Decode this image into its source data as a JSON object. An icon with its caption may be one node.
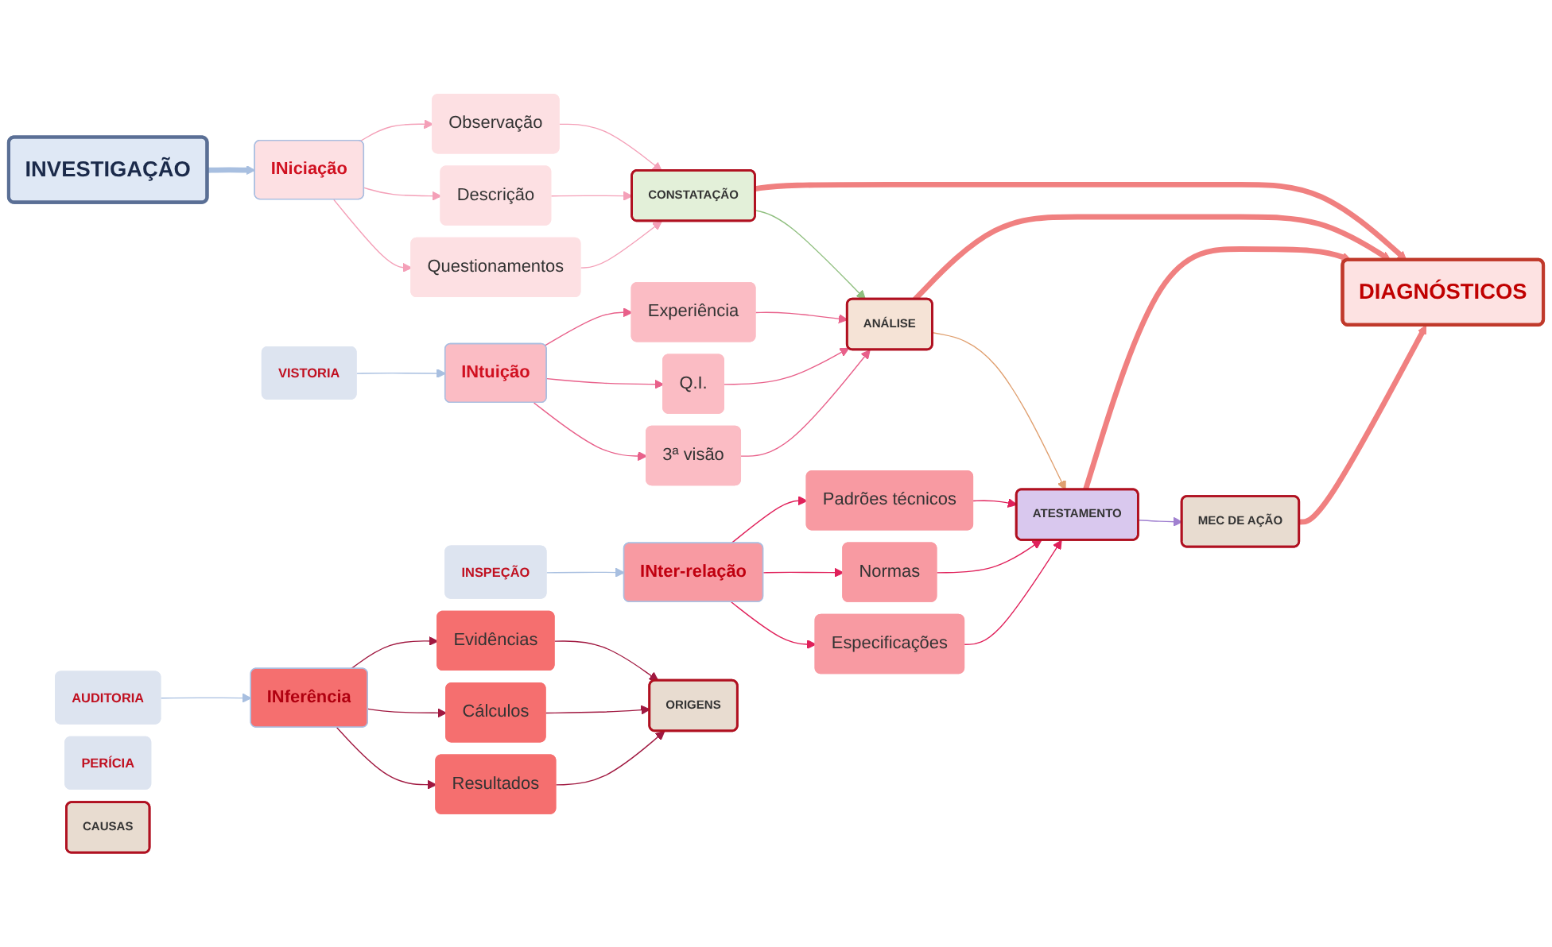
{
  "diagram": {
    "nodes": [
      {
        "text": [
          "INVESTIGAÇÃO"
        ]
      },
      {
        "text": [
          "INiciação"
        ]
      },
      {
        "text": [
          "VISTORIA"
        ]
      },
      {
        "text": [
          "Observação"
        ]
      },
      {
        "text": [
          "Descrição"
        ]
      },
      {
        "text": [
          "Questionamentos"
        ]
      },
      {
        "text": [
          "CONSTATAÇÃO"
        ]
      },
      {
        "text": [
          "INtuição"
        ]
      },
      {
        "text": [
          "INSPEÇÃO"
        ]
      },
      {
        "text": [
          "Experiência"
        ]
      },
      {
        "text": [
          "Q.I."
        ]
      },
      {
        "text": [
          "3ª visão"
        ]
      },
      {
        "text": [
          "ANÁLISE"
        ]
      },
      {
        "text": [
          "INter-relação"
        ]
      },
      {
        "text": [
          "AUDITORIA"
        ]
      },
      {
        "text": [
          "Padrões técnicos"
        ]
      },
      {
        "text": [
          "Normas"
        ]
      },
      {
        "text": [
          "Especificações"
        ]
      },
      {
        "text": [
          "ATESTAMENTO"
        ]
      },
      {
        "text": [
          "INferência"
        ]
      },
      {
        "text": [
          "PERÍCIA"
        ]
      },
      {
        "text": [
          "Evidências"
        ]
      },
      {
        "text": [
          "Cálculos"
        ]
      },
      {
        "text": [
          "Resultados"
        ]
      },
      {
        "text": [
          "ORIGENS"
        ]
      },
      {
        "text": [
          "CAUSAS"
        ]
      },
      {
        "text": [
          "MEC DE AÇÃO"
        ]
      },
      {
        "text": [
          "DIAGNÓSTICOS"
        ]
      }
    ],
    "edges": [
      {
        "from": 0,
        "to": 1,
        "arrow": "to",
        "style": "thick",
        "color": "#a8bfe0"
      },
      {
        "from": 1,
        "to": 3,
        "arrow": "to",
        "color": "#f4a0b8"
      },
      {
        "from": 1,
        "to": 4,
        "arrow": "to",
        "color": "#f4a0b8"
      },
      {
        "from": 1,
        "to": 5,
        "arrow": "to",
        "color": "#f4a0b8"
      },
      {
        "from": 3,
        "to": 6,
        "arrow": "to",
        "color": "#f4a0b8"
      },
      {
        "from": 4,
        "to": 6,
        "arrow": "to",
        "color": "#f4a0b8"
      },
      {
        "from": 5,
        "to": 6,
        "arrow": "to",
        "color": "#f4a0b8"
      },
      {
        "from": 6,
        "to": 27,
        "arrow": "to",
        "style": "thick",
        "color": "#f08080"
      },
      {
        "from": 2,
        "to": 7,
        "arrow": "to",
        "color": "#a8bfe0"
      },
      {
        "from": 6,
        "to": 12,
        "arrow": "to",
        "color": "#8fbf7f"
      },
      {
        "from": 7,
        "to": 9,
        "arrow": "to",
        "color": "#e8608a"
      },
      {
        "from": 7,
        "to": 10,
        "arrow": "to",
        "color": "#e8608a"
      },
      {
        "from": 7,
        "to": 11,
        "arrow": "to",
        "color": "#e8608a"
      },
      {
        "from": 9,
        "to": 12,
        "arrow": "to",
        "color": "#e8608a"
      },
      {
        "from": 10,
        "to": 12,
        "arrow": "to",
        "color": "#e8608a"
      },
      {
        "from": 11,
        "to": 12,
        "arrow": "to",
        "color": "#e8608a"
      },
      {
        "from": 12,
        "to": 27,
        "arrow": "to",
        "style": "thick",
        "color": "#f08080"
      },
      {
        "from": 12,
        "to": 18,
        "arrow": "to",
        "color": "#e0a070"
      },
      {
        "from": 8,
        "to": 13,
        "arrow": "to",
        "color": "#a8bfe0"
      },
      {
        "from": 13,
        "to": 15,
        "arrow": "to",
        "color": "#e0205a"
      },
      {
        "from": 13,
        "to": 16,
        "arrow": "to",
        "color": "#e0205a"
      },
      {
        "from": 13,
        "to": 17,
        "arrow": "to",
        "color": "#e0205a"
      },
      {
        "from": 15,
        "to": 18,
        "arrow": "to",
        "color": "#e0205a"
      },
      {
        "from": 16,
        "to": 18,
        "arrow": "to",
        "color": "#e0205a"
      },
      {
        "from": 17,
        "to": 18,
        "arrow": "to",
        "color": "#e0205a"
      },
      {
        "from": 18,
        "to": 27,
        "arrow": "to",
        "style": "thick",
        "color": "#f08080"
      },
      {
        "from": 18,
        "to": 26,
        "arrow": "to",
        "color": "#a080d0"
      },
      {
        "from": 14,
        "to": 19,
        "arrow": "to",
        "color": "#a8bfe0"
      },
      {
        "from": 19,
        "to": 21,
        "arrow": "to",
        "color": "#a01840"
      },
      {
        "from": 19,
        "to": 22,
        "arrow": "to",
        "color": "#a01840"
      },
      {
        "from": 19,
        "to": 23,
        "arrow": "to",
        "color": "#a01840"
      },
      {
        "from": 21,
        "to": 24,
        "arrow": "to",
        "color": "#a01840"
      },
      {
        "from": 22,
        "to": 24,
        "arrow": "to",
        "color": "#a01840"
      },
      {
        "from": 23,
        "to": 24,
        "arrow": "to",
        "color": "#a01840"
      },
      {
        "from": 26,
        "to": 27,
        "arrow": "to",
        "style": "thick",
        "color": "#f08080"
      }
    ]
  }
}
